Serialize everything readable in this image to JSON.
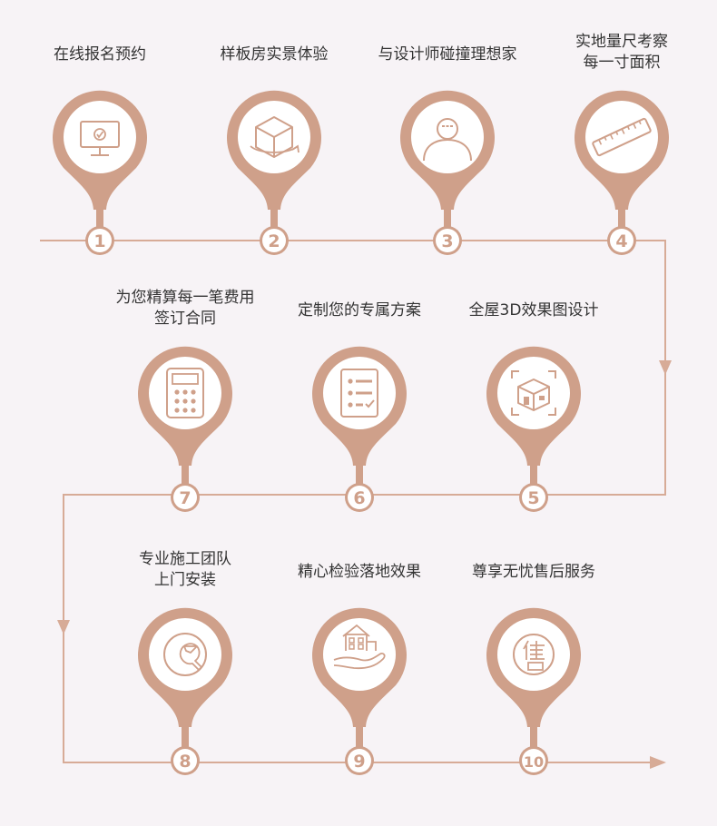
{
  "colors": {
    "background": "#f7f3f6",
    "accent": "#cfa08a",
    "line": "#d7ab97",
    "text": "#333333",
    "white": "#ffffff"
  },
  "steps": [
    {
      "number": "1",
      "lines": [
        "在线报名预约"
      ],
      "icon": "monitor-check-icon"
    },
    {
      "number": "2",
      "lines": [
        "样板房实景体验"
      ],
      "icon": "cube-rotate-icon"
    },
    {
      "number": "3",
      "lines": [
        "与设计师碰撞理想家"
      ],
      "icon": "designer-chat-icon"
    },
    {
      "number": "4",
      "lines": [
        "实地量尺考察",
        "每一寸面积"
      ],
      "icon": "ruler-icon"
    },
    {
      "number": "5",
      "lines": [
        "全屋3D效果图设计"
      ],
      "icon": "3d-house-icon"
    },
    {
      "number": "6",
      "lines": [
        "定制您的专属方案"
      ],
      "icon": "checklist-icon"
    },
    {
      "number": "7",
      "lines": [
        "为您精算每一笔费用",
        "签订合同"
      ],
      "icon": "calculator-icon"
    },
    {
      "number": "8",
      "lines": [
        "专业施工团队",
        "上门安装"
      ],
      "icon": "wrench-icon"
    },
    {
      "number": "9",
      "lines": [
        "精心检验落地效果"
      ],
      "icon": "house-hand-icon"
    },
    {
      "number": "10",
      "lines": [
        "尊享无忧售后服务"
      ],
      "icon": "after-sales-icon"
    }
  ]
}
